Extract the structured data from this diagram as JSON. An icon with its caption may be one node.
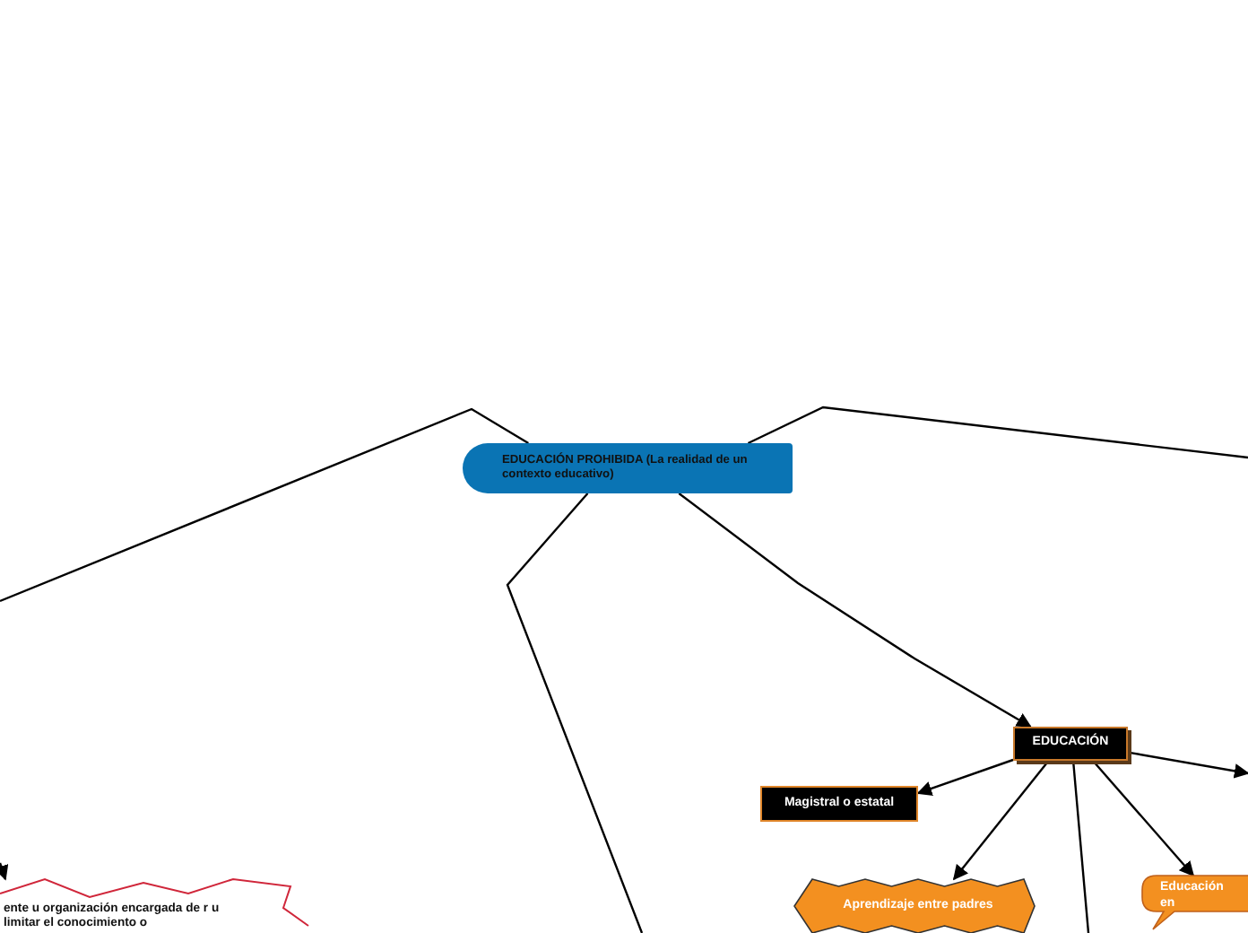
{
  "diagram": {
    "nodes": [
      {
        "text": [
          "EDUCACIÓN PROHIBIDA (La realidad de un contexto educativo)"
        ]
      },
      {
        "text": [
          "EDUCACIÓN"
        ]
      },
      {
        "text": [
          "Magistral o estatal"
        ]
      },
      {
        "text": [
          "Aprendizaje entre padres"
        ]
      },
      {
        "text": [
          "Educación en"
        ]
      },
      {
        "text": [
          "ente u organización  encargada de r u limitar el conocimiento o"
        ]
      }
    ],
    "edges": [
      {
        "from": 0,
        "to": 1,
        "arrow": "to"
      },
      {
        "from": 1,
        "to": 2,
        "arrow": "to"
      },
      {
        "from": 1,
        "to": 3,
        "arrow": "to"
      },
      {
        "from": 1,
        "to": 4,
        "arrow": "to"
      },
      {
        "from": 1,
        "to": null,
        "arrow": "to"
      },
      {
        "from": 1,
        "to": null,
        "arrow": "none"
      },
      {
        "from": 0,
        "to": null,
        "arrow": "none"
      },
      {
        "from": 0,
        "to": null,
        "arrow": "none"
      },
      {
        "from": 0,
        "to": null,
        "arrow": "none"
      },
      {
        "from": null,
        "to": 5,
        "arrow": "to"
      }
    ]
  }
}
